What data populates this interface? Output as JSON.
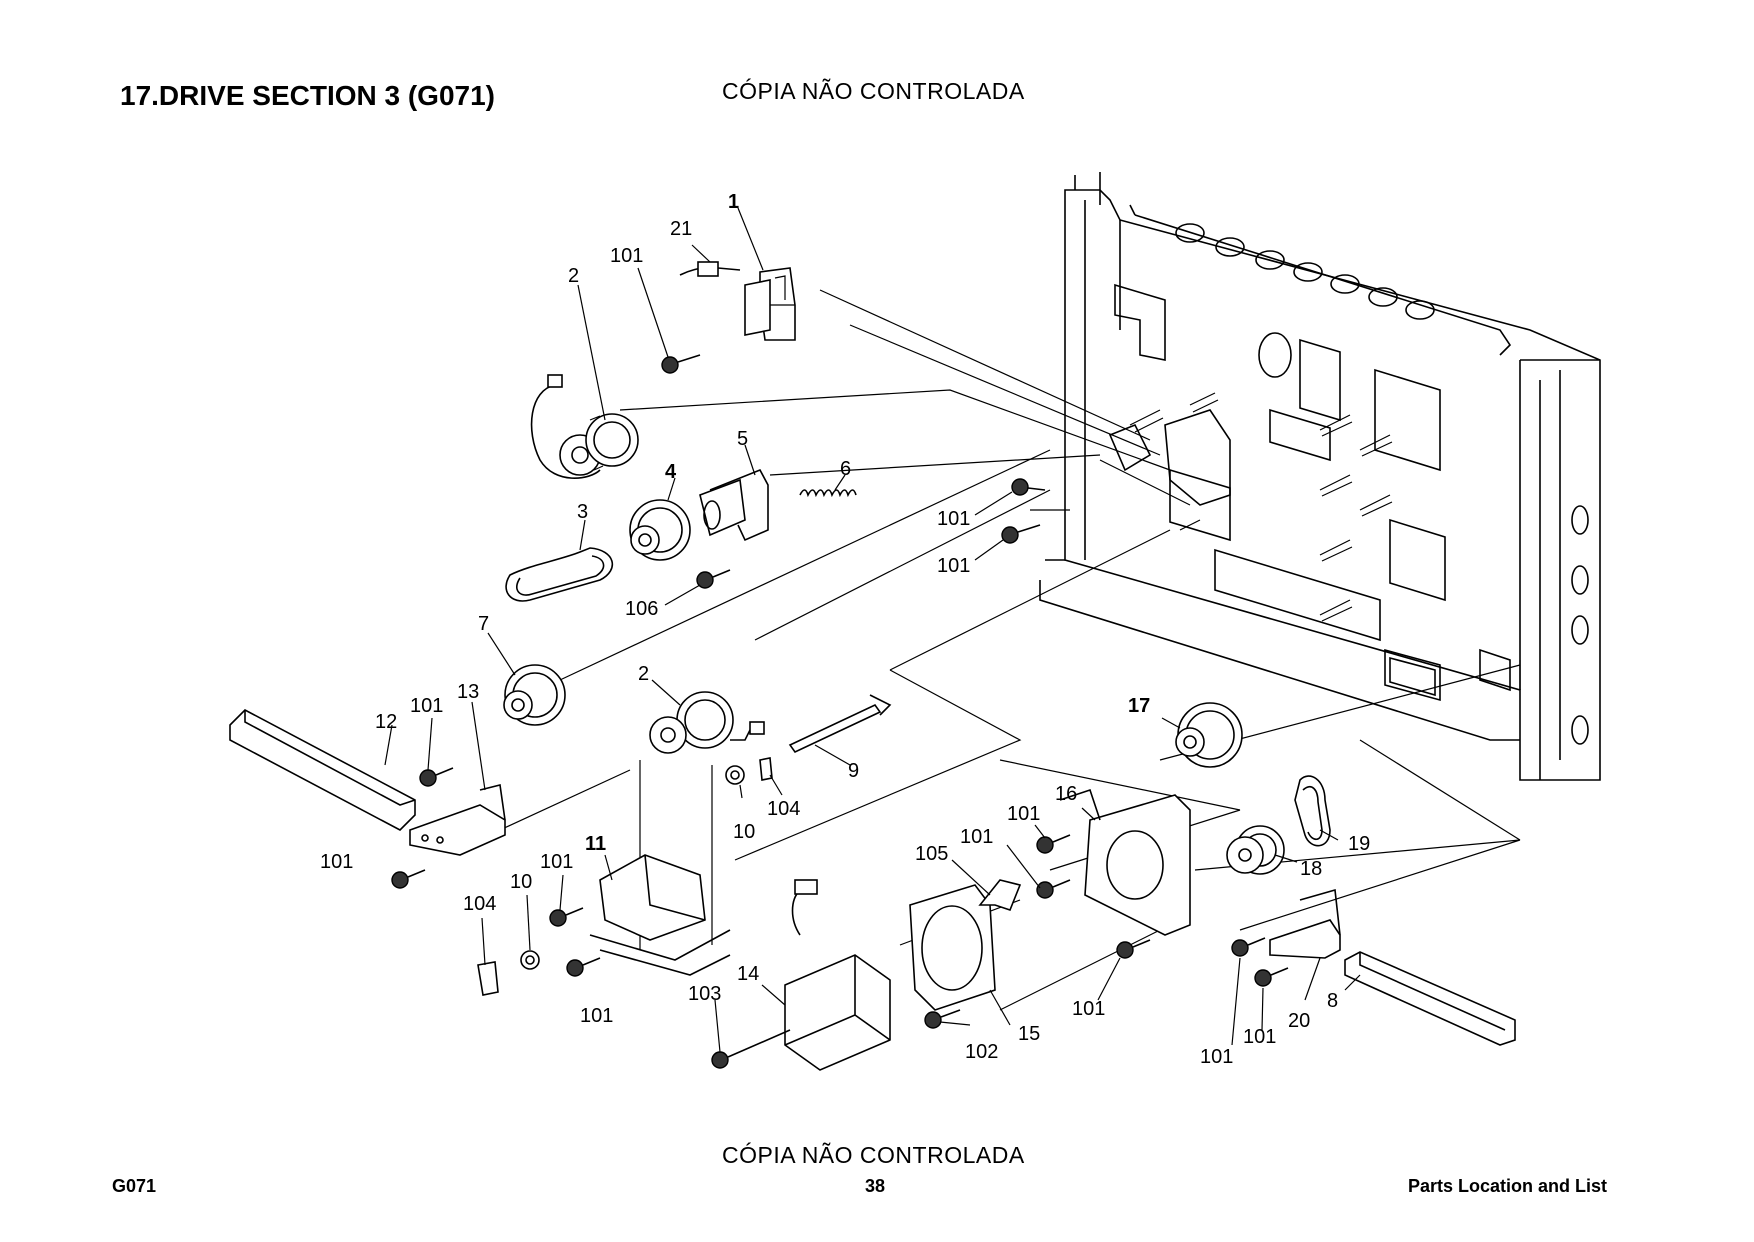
{
  "header": {
    "title": "17.DRIVE SECTION 3 (G071)",
    "watermark_top": "CÓPIA NÃO CONTROLADA"
  },
  "footer": {
    "watermark_bottom": "CÓPIA NÃO CONTROLADA",
    "model": "G071",
    "page_number": "38",
    "section": "Parts Location and List"
  },
  "callouts": {
    "c1": "1",
    "c21": "21",
    "c101_a": "101",
    "c2_a": "2",
    "c5": "5",
    "c4": "4",
    "c6": "6",
    "c3": "3",
    "c101_b": "101",
    "c101_c": "101",
    "c106": "106",
    "c7": "7",
    "c2_b": "2",
    "c13": "13",
    "c101_d": "101",
    "c12": "12",
    "c9": "9",
    "c10_a": "10",
    "c104_a": "104",
    "c17": "17",
    "c101_e": "101",
    "c11": "11",
    "c101_f": "101",
    "c10_b": "10",
    "c104_b": "104",
    "c101_g": "101",
    "c16": "16",
    "c101_h": "101",
    "c101_i": "101",
    "c105": "105",
    "c19": "19",
    "c18": "18",
    "c14": "14",
    "c103": "103",
    "c102": "102",
    "c15": "15",
    "c101_j": "101",
    "c101_k": "101",
    "c101_l": "101",
    "c20": "20",
    "c8": "8"
  }
}
